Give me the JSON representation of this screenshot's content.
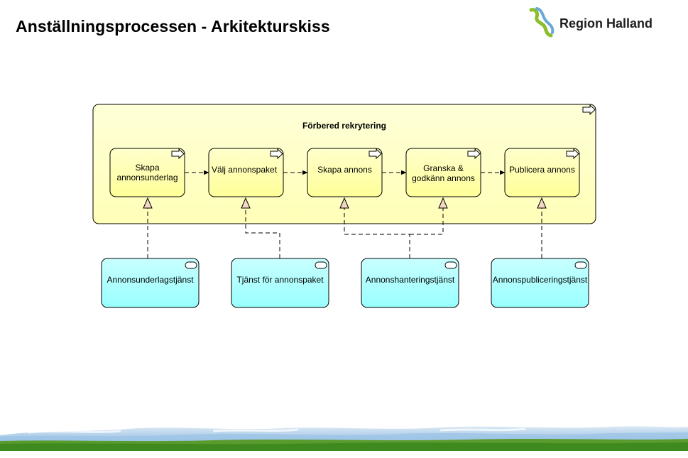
{
  "slide": {
    "title": "Anställningsprocessen - Arkitekturskiss"
  },
  "logo": {
    "text": "Region Halland"
  },
  "diagram": {
    "group": {
      "label": "Förbered rekrytering"
    },
    "processes": [
      {
        "label": "Skapa annonsunderlag"
      },
      {
        "label": "Välj annonspaket"
      },
      {
        "label": "Skapa annons"
      },
      {
        "label": "Granska & godkänn annons"
      },
      {
        "label": "Publicera annons"
      }
    ],
    "services": [
      {
        "label": "Annonsunderlagstjänst"
      },
      {
        "label": "Tjänst för annonspaket"
      },
      {
        "label": "Annonshanteringstjänst"
      },
      {
        "label": "Annonspubliceringstjänst"
      }
    ]
  },
  "colors": {
    "process_fill": "#ffffb5",
    "group_fill": "#ffffc8",
    "service_fill": "#b5ffff",
    "logo_green": "#8bbd2d",
    "logo_blue": "#6aa8d8"
  }
}
